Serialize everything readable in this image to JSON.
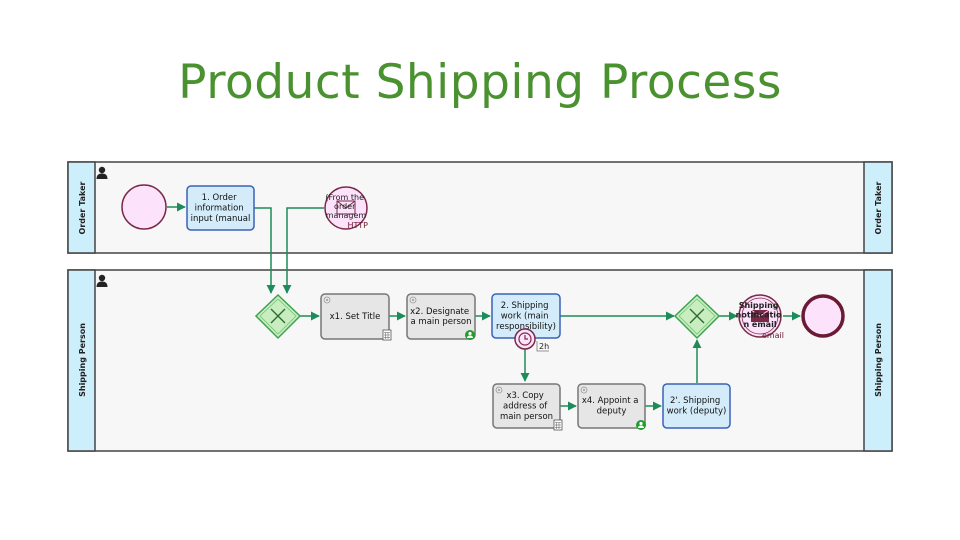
{
  "title": "Product Shipping Process",
  "colors": {
    "title": "#4a9130",
    "flow": "#1e8c5a",
    "human_task_fill": "#d4ecfa",
    "human_task_stroke": "#3a62b8",
    "auto_task_fill": "#e6e6e6",
    "auto_task_stroke": "#777777",
    "gateway_fill": "#c8eec0",
    "gateway_stroke": "#3fa24f",
    "event_fill": "#fce3fb",
    "event_stroke": "#7a2a47",
    "lane_header_fill": "#cdeefb"
  },
  "pools": [
    {
      "id": "order-taker",
      "label": "Order Taker",
      "icon": "person-icon"
    },
    {
      "id": "shipping-person",
      "label": "Shipping Person",
      "icon": "person-icon"
    }
  ],
  "nodes": {
    "start_event": {
      "type": "start-event",
      "label": ""
    },
    "order_input": {
      "type": "human-task",
      "lines": [
        "1. Order",
        "information",
        "input (manual"
      ]
    },
    "http_event": {
      "type": "message-start-event",
      "lines": [
        "(From the",
        "order",
        "managem"
      ],
      "sub": "HTTP",
      "icon": "message-icon"
    },
    "merge_gateway": {
      "type": "exclusive-gateway",
      "label": ""
    },
    "x1": {
      "type": "auto-task",
      "lines": [
        "x1. Set Title"
      ],
      "marker": "calculator-icon"
    },
    "x2": {
      "type": "auto-task",
      "lines": [
        "x2. Designate",
        "a main person"
      ],
      "marker": "user-assign-icon"
    },
    "shipping_main": {
      "type": "human-task",
      "lines": [
        "2. Shipping",
        "work (main",
        "responsibility)"
      ],
      "timer_label": "2h"
    },
    "x3": {
      "type": "auto-task",
      "lines": [
        "x3. Copy",
        "address of",
        "main person"
      ],
      "marker": "calculator-icon"
    },
    "x4": {
      "type": "auto-task",
      "lines": [
        "x4. Appoint a",
        "deputy"
      ],
      "marker": "user-assign-icon"
    },
    "shipping_deputy": {
      "type": "human-task",
      "lines": [
        "2'. Shipping",
        "work (deputy)"
      ]
    },
    "join_gateway": {
      "type": "exclusive-gateway",
      "label": ""
    },
    "email_event": {
      "type": "email-throw-event",
      "lines": [
        "Shipping",
        "notificatio",
        "n email"
      ],
      "sub": "email",
      "icon": "envelope-icon"
    },
    "end_event": {
      "type": "end-event",
      "label": ""
    }
  }
}
